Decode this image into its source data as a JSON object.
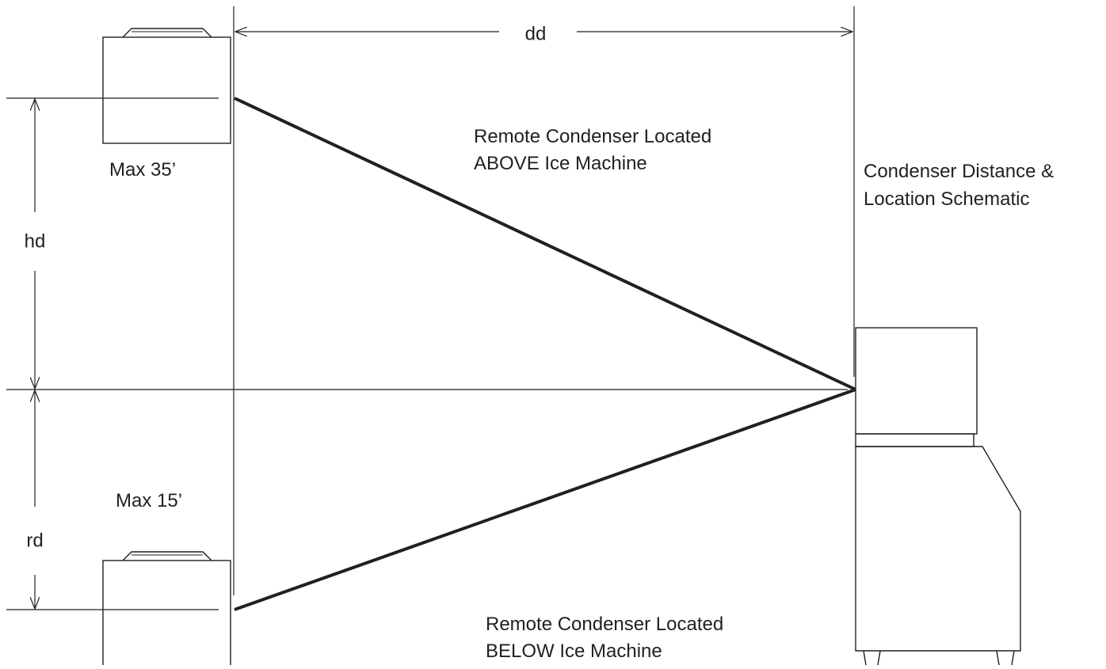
{
  "labels": {
    "dd": "dd",
    "hd": "hd",
    "rd": "rd",
    "max_above": "Max 35’",
    "max_below": "Max 15’",
    "above": {
      "line1": "Remote Condenser Located",
      "line2": "ABOVE Ice Machine"
    },
    "below": {
      "line1": "Remote Condenser Located",
      "line2": "BELOW Ice Machine"
    },
    "title": {
      "line1": "Condenser Distance &",
      "line2": "Location Schematic"
    }
  },
  "colors": {
    "ink": "#231f20",
    "background": "#ffffff"
  }
}
